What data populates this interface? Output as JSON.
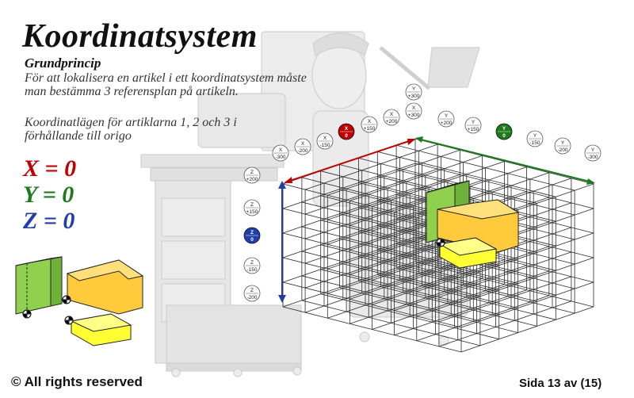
{
  "title": "Koordinatsystem",
  "subtitle": "Grundprincip",
  "paragraph1": "För att lokalisera en artikel i ett koordinatsystem måste man bestämma 3 referensplan på artikeln.",
  "paragraph2": "Koordinatlägen för artiklarna 1, 2 och 3 i förhållande till origo",
  "equations": {
    "x": "X = 0",
    "y": "Y = 0",
    "z": "Z = 0"
  },
  "colors": {
    "x": "#c00000",
    "y": "#1d7a1d",
    "z": "#1f3fa6",
    "green_part": "#8fd14f",
    "orange_part": "#ffc93c",
    "yellow_part": "#ffff33"
  },
  "markers": {
    "x": [
      {
        "axis": "X",
        "value": "-300"
      },
      {
        "axis": "X",
        "value": "-200"
      },
      {
        "axis": "X",
        "value": "-150"
      },
      {
        "axis": "X",
        "value": "0",
        "highlight": true
      },
      {
        "axis": "X",
        "value": "+150"
      },
      {
        "axis": "X",
        "value": "+200"
      },
      {
        "axis": "X",
        "value": "+300"
      }
    ],
    "y": [
      {
        "axis": "Y",
        "value": "+300"
      },
      {
        "axis": "Y",
        "value": "+200"
      },
      {
        "axis": "Y",
        "value": "+150"
      },
      {
        "axis": "Y",
        "value": "0",
        "highlight": true
      },
      {
        "axis": "Y",
        "value": "-150"
      },
      {
        "axis": "Y",
        "value": "-200"
      },
      {
        "axis": "Y",
        "value": "-300"
      }
    ],
    "z": [
      {
        "axis": "Z",
        "value": "+200"
      },
      {
        "axis": "Z",
        "value": "+150"
      },
      {
        "axis": "Z",
        "value": "0",
        "highlight": true
      },
      {
        "axis": "Z",
        "value": "-150"
      },
      {
        "axis": "Z",
        "value": "-200"
      }
    ]
  },
  "footer": {
    "copyright": "© All rights reserved",
    "page": "Sida 13 av (15)"
  }
}
